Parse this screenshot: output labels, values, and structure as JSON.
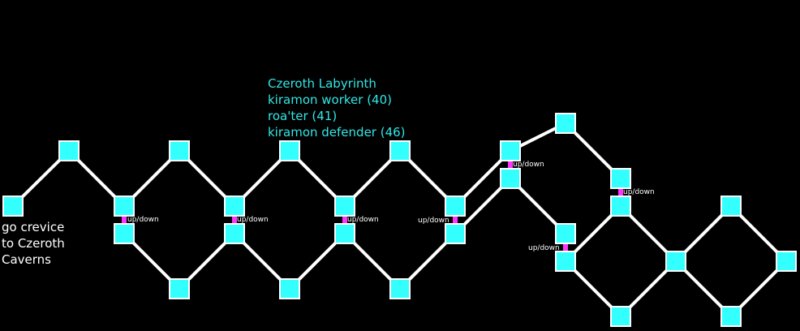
{
  "area_info": {
    "title": "Czeroth Labyrinth",
    "mobs": [
      "kiramon worker (40)",
      "roa'ter (41)",
      "kiramon defender (46)"
    ]
  },
  "exit_note": {
    "lines": [
      "go crevice",
      "to Czeroth",
      "Caverns"
    ]
  },
  "exit_label": "up/down",
  "colors": {
    "background": "#000000",
    "room_fill": "#33ffff",
    "room_border": "#ffffff",
    "path": "#ffffff",
    "exit_marker": "#ff33ff",
    "info_text": "#33e6e6",
    "note_text": "#ffffff"
  }
}
